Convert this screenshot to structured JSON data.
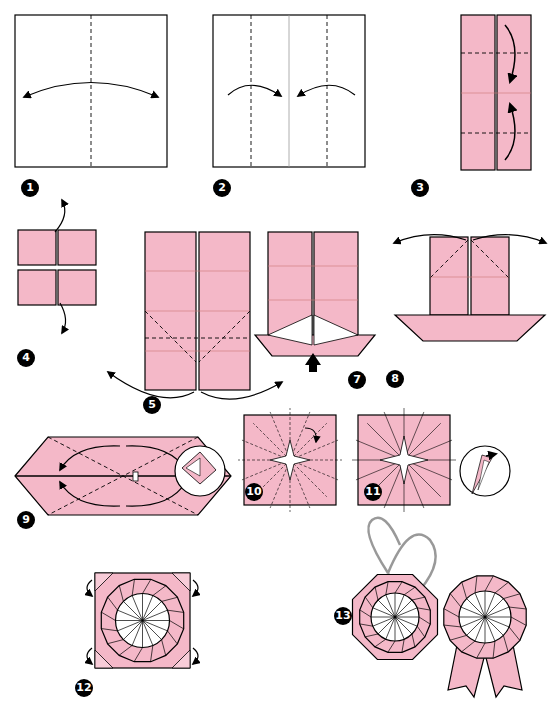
{
  "diagram": {
    "labels": [
      "1",
      "2",
      "3",
      "4",
      "5",
      "7",
      "8",
      "9",
      "10",
      "11",
      "12",
      "13"
    ]
  }
}
